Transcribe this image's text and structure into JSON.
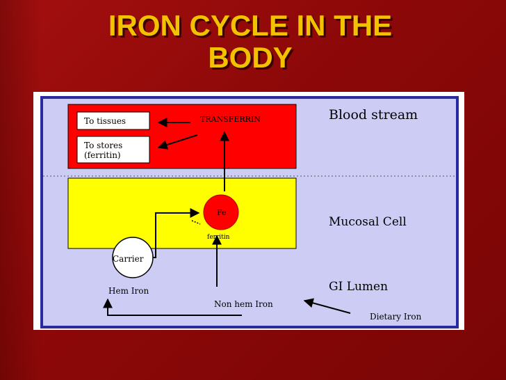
{
  "slide": {
    "title_line1": "IRON CYCLE IN THE",
    "title_line2": "BODY"
  },
  "diagram": {
    "boxes": {
      "to_tissues": "To tissues",
      "to_stores_line1": "To stores",
      "to_stores_line2": "(ferritin)"
    },
    "labels": {
      "transferrin": "TRANSFERRIN",
      "fe": "Fe",
      "ferritin_small": "ferritin",
      "carrier": "Carrier",
      "hem_iron": "Hem Iron",
      "non_hem_iron": "Non hem Iron",
      "dietary_iron": "Dietary Iron"
    },
    "regions": {
      "blood_stream": "Blood stream",
      "mucosal_cell": "Mucosal Cell",
      "gi_lumen": "GI Lumen"
    },
    "colors": {
      "background": "#ccccf4",
      "blood_box": "#ff0000",
      "mucosal_box": "#ffff00",
      "fe_circle": "#ff0000",
      "title": "#f2c200"
    }
  }
}
